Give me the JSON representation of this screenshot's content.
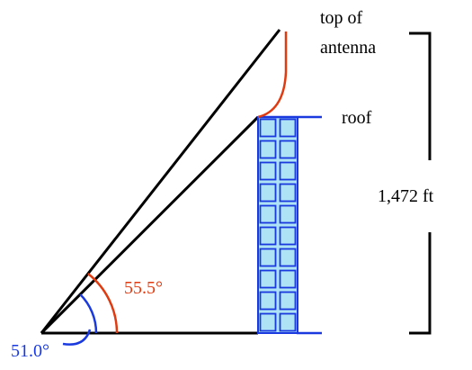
{
  "labels": {
    "top_line1": "top of",
    "top_line2": "antenna",
    "roof": "roof",
    "height": "1,472 ft",
    "angle_top": "55.5°",
    "angle_roof": "51.0°"
  },
  "colors": {
    "lines": "#000000",
    "angle_top": "#e03a10",
    "angle_roof": "#1a3adf",
    "building_fill": "#aee2f5",
    "building_stroke": "#1a3adf"
  },
  "angles": {
    "to_top_deg": 55.5,
    "to_roof_deg": 51.0
  }
}
